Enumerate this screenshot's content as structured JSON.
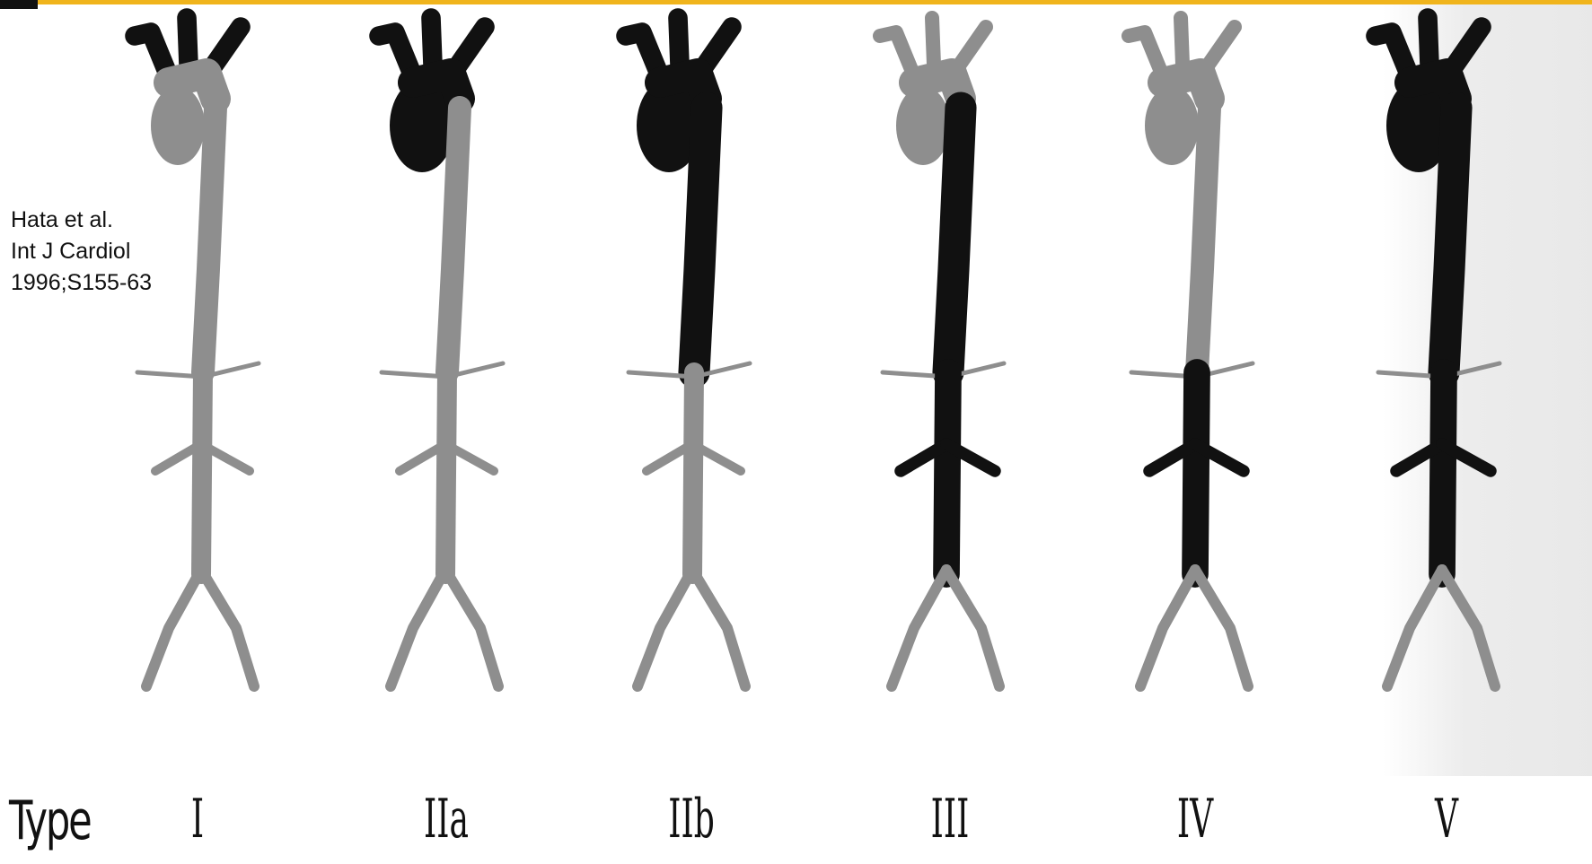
{
  "citation": {
    "line1": "Hata et al.",
    "line2": "Int J Cardiol",
    "line3": "1996;S155-63"
  },
  "legend": {
    "type_word": "Type"
  },
  "aortas": [
    {
      "label": "I",
      "involved_segments": [
        "arch-branches"
      ]
    },
    {
      "label": "IIa",
      "involved_segments": [
        "arch-branches",
        "ascending"
      ]
    },
    {
      "label": "IIb",
      "involved_segments": [
        "arch-branches",
        "ascending",
        "descending-thoracic"
      ]
    },
    {
      "label": "III",
      "involved_segments": [
        "descending-thoracic",
        "abdominal",
        "renal"
      ]
    },
    {
      "label": "IV",
      "involved_segments": [
        "abdominal",
        "renal"
      ]
    },
    {
      "label": "V",
      "involved_segments": [
        "arch-branches",
        "ascending",
        "descending-thoracic",
        "abdominal",
        "renal"
      ]
    }
  ],
  "colors": {
    "top_bar": "#f0b41c",
    "involved": "#111111",
    "uninvolved": "#8e8e8e"
  }
}
